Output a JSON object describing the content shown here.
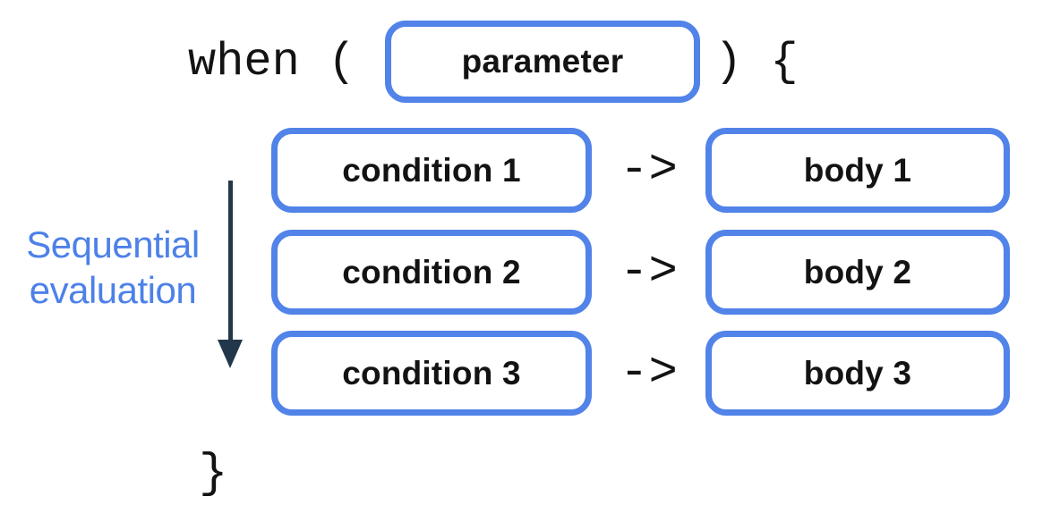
{
  "colors": {
    "box_border": "#5183E8",
    "label_text": "#4D81E8",
    "arrow": "#22384A",
    "code_text": "#131313"
  },
  "code": {
    "when_open": "when (",
    "paren_brace_close": ") {",
    "brace_close": "}",
    "map_arrow": "->"
  },
  "parameter_box": {
    "label": "parameter"
  },
  "rows": [
    {
      "condition": "condition 1",
      "body": "body 1"
    },
    {
      "condition": "condition 2",
      "body": "body 2"
    },
    {
      "condition": "condition 3",
      "body": "body 3"
    }
  ],
  "side_label": {
    "line1": "Sequential",
    "line2": "evaluation"
  }
}
